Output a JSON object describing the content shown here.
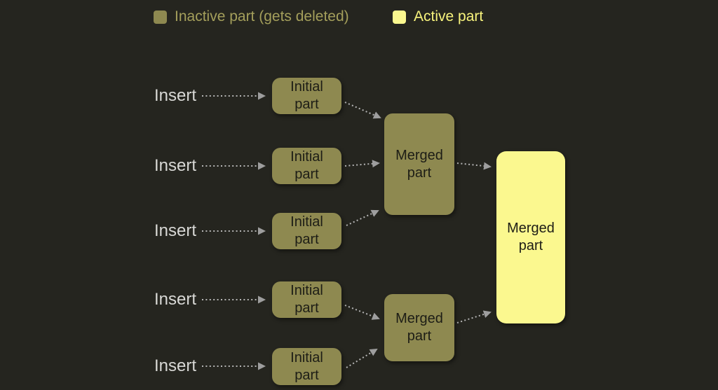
{
  "colors": {
    "background": "#25251f",
    "inactive_fill": "#8e8950",
    "active_fill": "#fbf88f",
    "inactive_text": "#a49f5b",
    "active_text": "#f7f37c",
    "node_text": "#1d1d16",
    "insert_text": "#d8d8d5",
    "arrow_dots": "#b5b5b5",
    "arrowhead": "#9e9e9e"
  },
  "legend": {
    "inactive": {
      "label": "Inactive part (gets deleted)",
      "swatch": "inactive-color"
    },
    "active": {
      "label": "Active part",
      "swatch": "active-color"
    }
  },
  "labels": {
    "insert": "Insert",
    "initial_part": "Initial\npart",
    "merged_part": "Merged\npart"
  },
  "structure": {
    "insert_count": 5,
    "initial_part_count": 5,
    "inactive_merged_count": 2,
    "active_merged_count": 1
  }
}
